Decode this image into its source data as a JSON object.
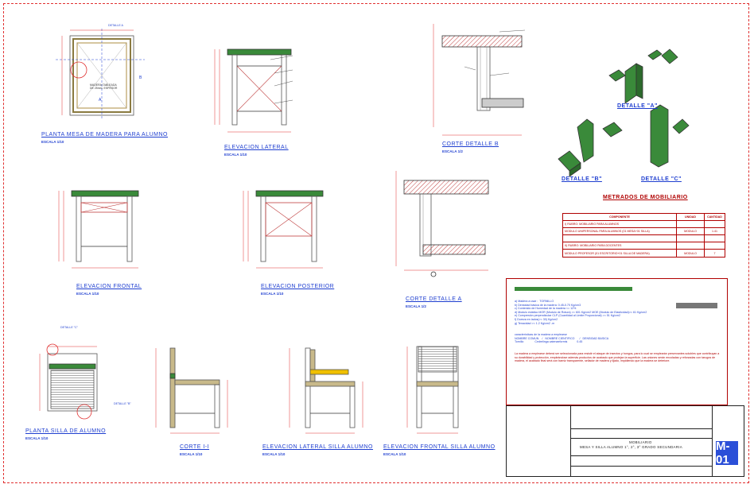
{
  "titles": {
    "planta_mesa": "PLANTA MESA DE MADERA PARA ALUMNO",
    "planta_mesa_scale": "ESCALA 1/10",
    "elev_lateral": "ELEVACION LATERAL",
    "elev_lateral_scale": "ESCALA 1/10",
    "corte_b": "CORTE DETALLE B",
    "corte_b_scale": "ESCALA 1/2",
    "elev_frontal": "ELEVACION FRONTAL",
    "elev_frontal_scale": "ESCALA 1/10",
    "elev_posterior": "ELEVACION POSTERIOR",
    "elev_posterior_scale": "ESCALA 1/10",
    "corte_a": "CORTE DETALLE A",
    "corte_a_scale": "ESCALA 1/2",
    "planta_silla": "PLANTA SILLA DE ALUMNO",
    "planta_silla_scale": "ESCALA 1/10",
    "corte_11": "CORTE I-I",
    "corte_11_scale": "ESCALA 1/10",
    "elev_lat_silla": "ELEVACION LATERAL SILLA ALUMNO",
    "elev_lat_silla_scale": "ESCALA 1/10",
    "elev_front_silla": "ELEVACION FRONTAL SILLA ALUMNO",
    "elev_front_silla_scale": "ESCALA 1/10"
  },
  "details": {
    "a": "DETALLE \"A\"",
    "b": "DETALLE \"B\"",
    "c": "DETALLE \"C\"",
    "metrados": "METRADOS DE MOBILIARIO"
  },
  "table": {
    "headers": [
      "COMPONENTE",
      "UNIDAD",
      "CANTIDAD"
    ],
    "rows": [
      [
        "I) RUBRO: MOBILIARIO PARA ALUMNOS",
        "",
        ""
      ],
      [
        "MODULO UNIPERSONAL PARA ALUMNOS (01 MESA+01 SILLA)",
        "MODULO",
        "1.41"
      ],
      [
        "",
        "",
        ""
      ],
      [
        "II) RUBRO: MOBILIARIO PARA DOCENTES",
        "",
        ""
      ],
      [
        "MODULO PROFESOR (01 ESCRITORIO+01 SILLA DE MADERA)",
        "MODULO",
        "7"
      ]
    ]
  },
  "spec": {
    "lines1": "a) Madera a usar :  TORNILLO\nb) Densidad básica de la madera: 0.45-0.70 Kg/cm3\nc) Contenido de Humedad de la madera <= 12%\nd) Modulo estático MOR (Modulo de Rotura) >= 601 Kg/cm2 MOE (Modulo de Elasticidad)>= 61 Kg/cm2\ne) Compresión perpendicular CLP (Cuantidad al Limite Proporcional) >= 51 Kg/cm2\nf) Dureza en lados(>= 30) Kg/cm2\ng) Tenacidad >= 1.2 Kg/cm2 -m",
    "lines2": "características de la madera a emplearse\nNOMBRE COMUN    /   NOMBRE CIENTIFICO      /   DENSIDAD BASICA\nTornillo              Cedrelinga catenaeformis            0.45",
    "para": "La madera a emplearse deberá ser seleccionada para resistir el ataque de insectos y hongos, para lo cual se emplearán preservantes solubles que contribuyan a su durabilidad y protección, empleándose además productos de acabado que protejan la superficie. Las uniones serán encoladas y reforzadas con tarugos de madera, el acabado final será con barniz transparente, sellador de madera y lijado, impidiendo que la madera se deteriore."
  },
  "titleblock": {
    "line1": "MOBILIARIO",
    "line2": "MESA Y SILLA ALUMNO 1°, 2°, 3° GRADO SECUNDARIA",
    "sheet": "M-01"
  },
  "labels": {
    "detalle_a": "DETALLE A",
    "detalle_c": "DETALLE \"C\"",
    "detalle_b": "DETALLE \"B\"",
    "a": "A",
    "b": "B"
  },
  "colors": {
    "frame": "#e03030",
    "title": "#1f3fd0",
    "table": "#b00000",
    "wood_green": "#3a8a3a",
    "hatch": "#c04040"
  }
}
